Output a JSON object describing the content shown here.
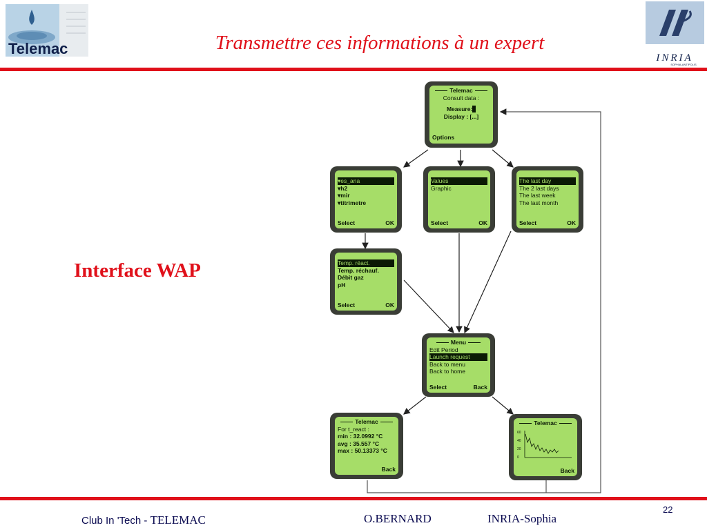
{
  "slide": {
    "title": "Transmettre ces informations à un expert",
    "subtitle": "Interface WAP",
    "page_number": "22",
    "colors": {
      "accent": "#e0101a",
      "footer_text": "#0a0a50",
      "lcd": "#a6dd68"
    }
  },
  "logos": {
    "left": {
      "text": "Telemac"
    },
    "right": {
      "text": "INRIA",
      "subtext": "SOPHIA-ANTIPOLIS"
    }
  },
  "footer": {
    "left_prefix": "Club In 'Tech - ",
    "left_name": "TELEMAC",
    "middle": "O.BERNARD",
    "right": "INRIA-Sophia"
  },
  "screens": {
    "s1": {
      "header": "Telemac",
      "line1": "Consult data :",
      "measure": "Measure:",
      "display": "Display : [...]",
      "options": "Options"
    },
    "s2": {
      "items": [
        "es_ana",
        "h2",
        "mir",
        "titrimetre"
      ],
      "left": "Select",
      "right": "OK"
    },
    "s3": {
      "items": [
        "Values",
        "Graphic"
      ],
      "left": "Select",
      "right": "OK"
    },
    "s4": {
      "items": [
        "The last day",
        "The 2 last days",
        "The last week",
        "The last month"
      ],
      "left": "Select",
      "right": "OK"
    },
    "s5": {
      "items": [
        "Temp. réact.",
        "Temp. réchauf.",
        "Débit gaz",
        "pH"
      ],
      "left": "Select",
      "right": "OK"
    },
    "s6": {
      "header": "Menu",
      "items": [
        "Edit Period",
        "Launch request",
        "Back to menu",
        "Back to home"
      ],
      "left": "Select",
      "right": "Back"
    },
    "s7": {
      "header": "Telemac",
      "line1": "For t_react :",
      "min": "min : 32.0992 °C",
      "avg": "avg : 35.557 °C",
      "max": "max : 50.13373 °C",
      "right": "Back"
    },
    "s8": {
      "header": "Telemac",
      "ticks": [
        "60",
        "40",
        "20",
        "0"
      ],
      "right": "Back"
    }
  }
}
